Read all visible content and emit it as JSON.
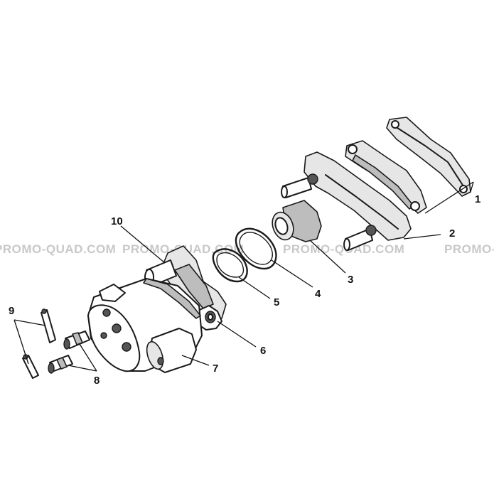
{
  "watermark": {
    "text": "PROMO-QUAD.COM",
    "text_partial": "PROMO-QUAD"
  },
  "callouts": {
    "c1": "1",
    "c2": "2",
    "c3": "3",
    "c4": "4",
    "c5": "5",
    "c6": "6",
    "c7": "7",
    "c8": "8",
    "c9": "9",
    "c10": "10"
  },
  "colors": {
    "line": "#1a1a1a",
    "shade": "#bdbdbd",
    "watermark": "#c8c8c8",
    "background": "#ffffff"
  }
}
